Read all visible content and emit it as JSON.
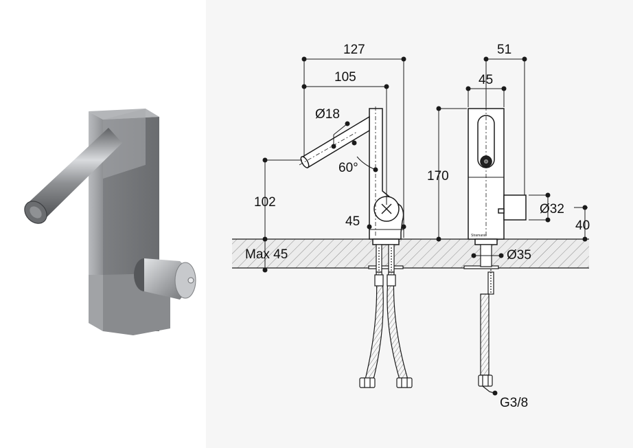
{
  "dimensions": {
    "d127": "127",
    "d105": "105",
    "d18": "Ø18",
    "angle": "60°",
    "d102": "102",
    "d45_base": "45",
    "max45": "Max 45",
    "d51": "51",
    "d45_top": "45",
    "d170": "170",
    "d32": "Ø32",
    "d40": "40",
    "d35": "Ø35",
    "thread": "G3/8"
  },
  "colors": {
    "line": "#1a1a1a",
    "hatch": "#8a8a8a",
    "countertop": "#ececec",
    "steel_dark": "#6d6f72",
    "steel_mid": "#9a9c9f",
    "steel_light": "#c9cbce"
  },
  "icons": {
    "product": "faucet-render",
    "hose": "braided-hose-icon",
    "nut": "hex-nut-icon"
  }
}
